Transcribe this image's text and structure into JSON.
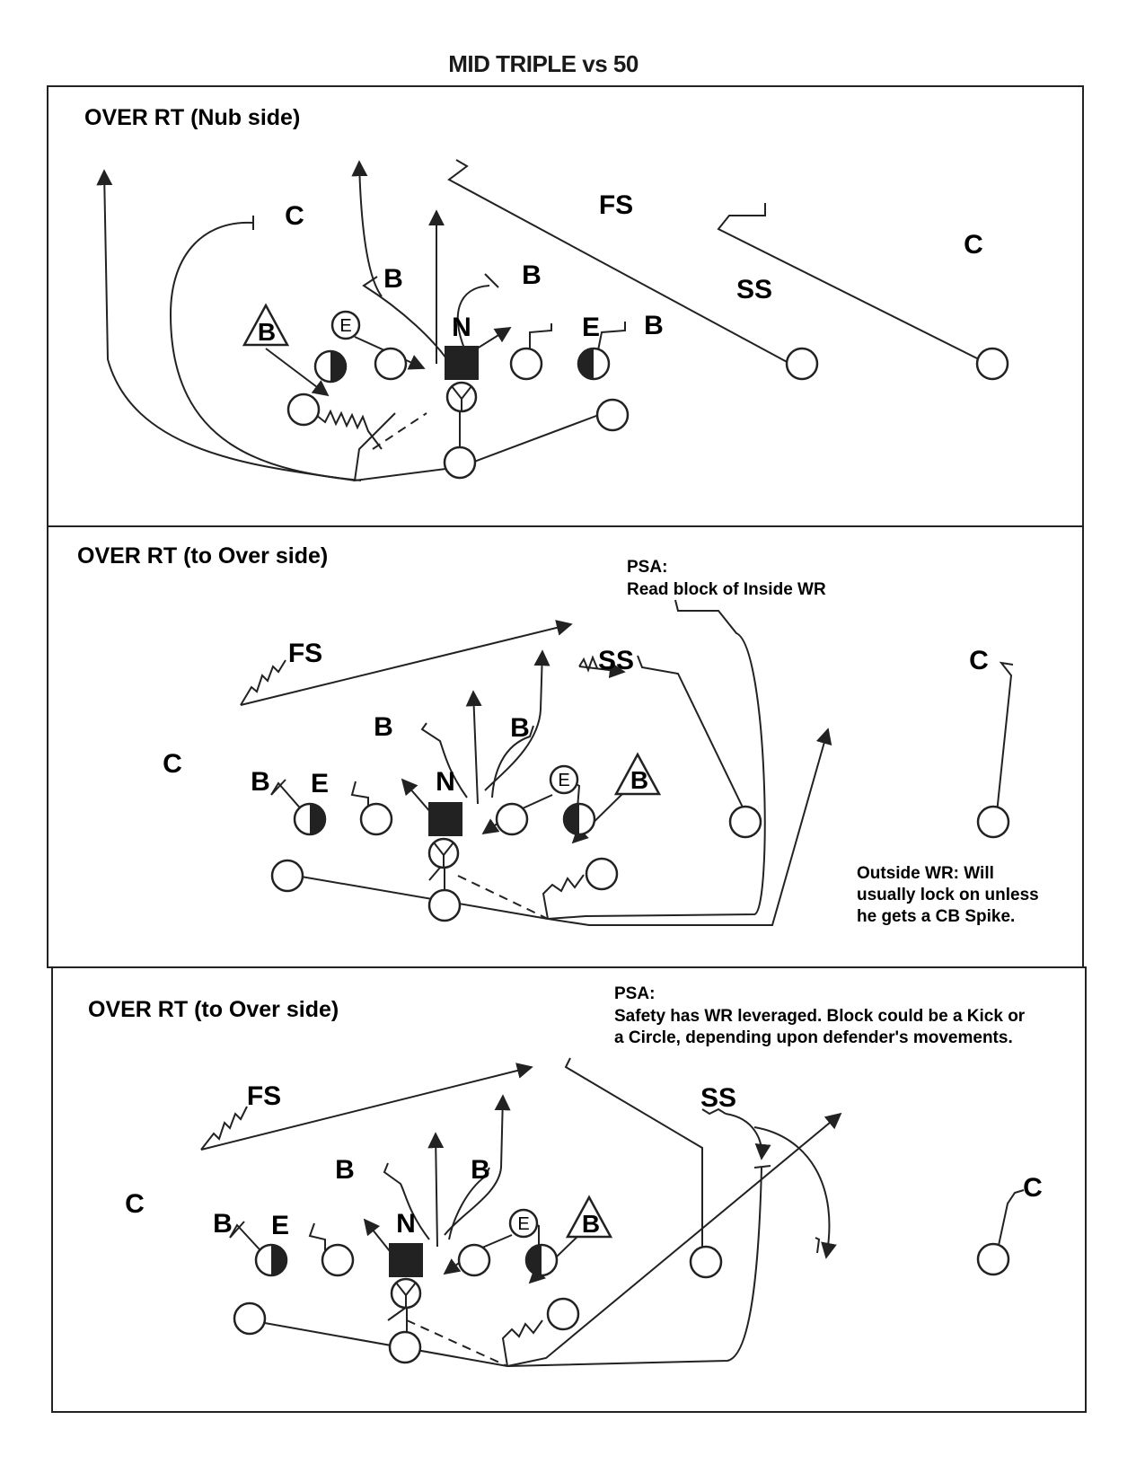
{
  "title": "MID TRIPLE vs 50",
  "panels": [
    {
      "title": "OVER RT (Nub side)",
      "labels": {
        "c_left": "C",
        "fs": "FS",
        "c_right": "C",
        "ss": "SS",
        "b1": "B",
        "b2": "B",
        "b3": "B",
        "n": "N",
        "e": "E",
        "e_ring": "E",
        "b_tri": "B"
      }
    },
    {
      "title": "OVER RT (to Over side)",
      "labels": {
        "fs": "FS",
        "ss": "SS",
        "c_right": "C",
        "c_left": "C",
        "b1": "B",
        "b2": "B",
        "b3": "B",
        "e": "E",
        "n": "N",
        "e_ring": "E",
        "b_tri": "B"
      },
      "psa": [
        "PSA:",
        "Read block of Inside WR"
      ],
      "note": [
        "Outside WR: Will",
        "usually lock on unless",
        "he gets a CB Spike."
      ]
    },
    {
      "title": "OVER RT (to Over side)",
      "labels": {
        "fs": "FS",
        "ss": "SS",
        "c_left": "C",
        "c_right": "C",
        "b1": "B",
        "b2": "B",
        "b3": "B",
        "e": "E",
        "n": "N",
        "e_ring": "E",
        "b_tri": "B"
      },
      "psa": [
        "PSA:",
        "Safety has WR leveraged.  Block could be a Kick or",
        "a Circle, depending upon defender's movements."
      ]
    }
  ]
}
